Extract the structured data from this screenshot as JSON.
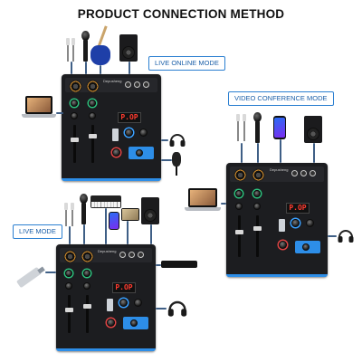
{
  "title": "PRODUCT CONNECTION METHOD",
  "modes": {
    "live_online": "LIVE ONLINE MODE",
    "video_conference": "VIDEO CONFERENCE MODE",
    "live": "LIVE MODE"
  },
  "mixer": {
    "display_text": "P.OP",
    "brand": "Depusheng"
  },
  "icons": {
    "microphone": "microphone-icon",
    "guitar": "guitar-icon",
    "speaker": "speaker-icon",
    "laptop": "laptop-icon",
    "headphones": "headphones-icon",
    "phone": "phone-icon",
    "keyboard": "keyboard-icon",
    "usb": "usb-drive-icon",
    "sound_card": "sound-card-icon"
  },
  "colors": {
    "label_border": "#2b7fd1",
    "label_text": "#1b5fa8",
    "cable": "#3f5f86",
    "display": "#ff3b2f",
    "accent_blue": "#2d8ee8"
  }
}
